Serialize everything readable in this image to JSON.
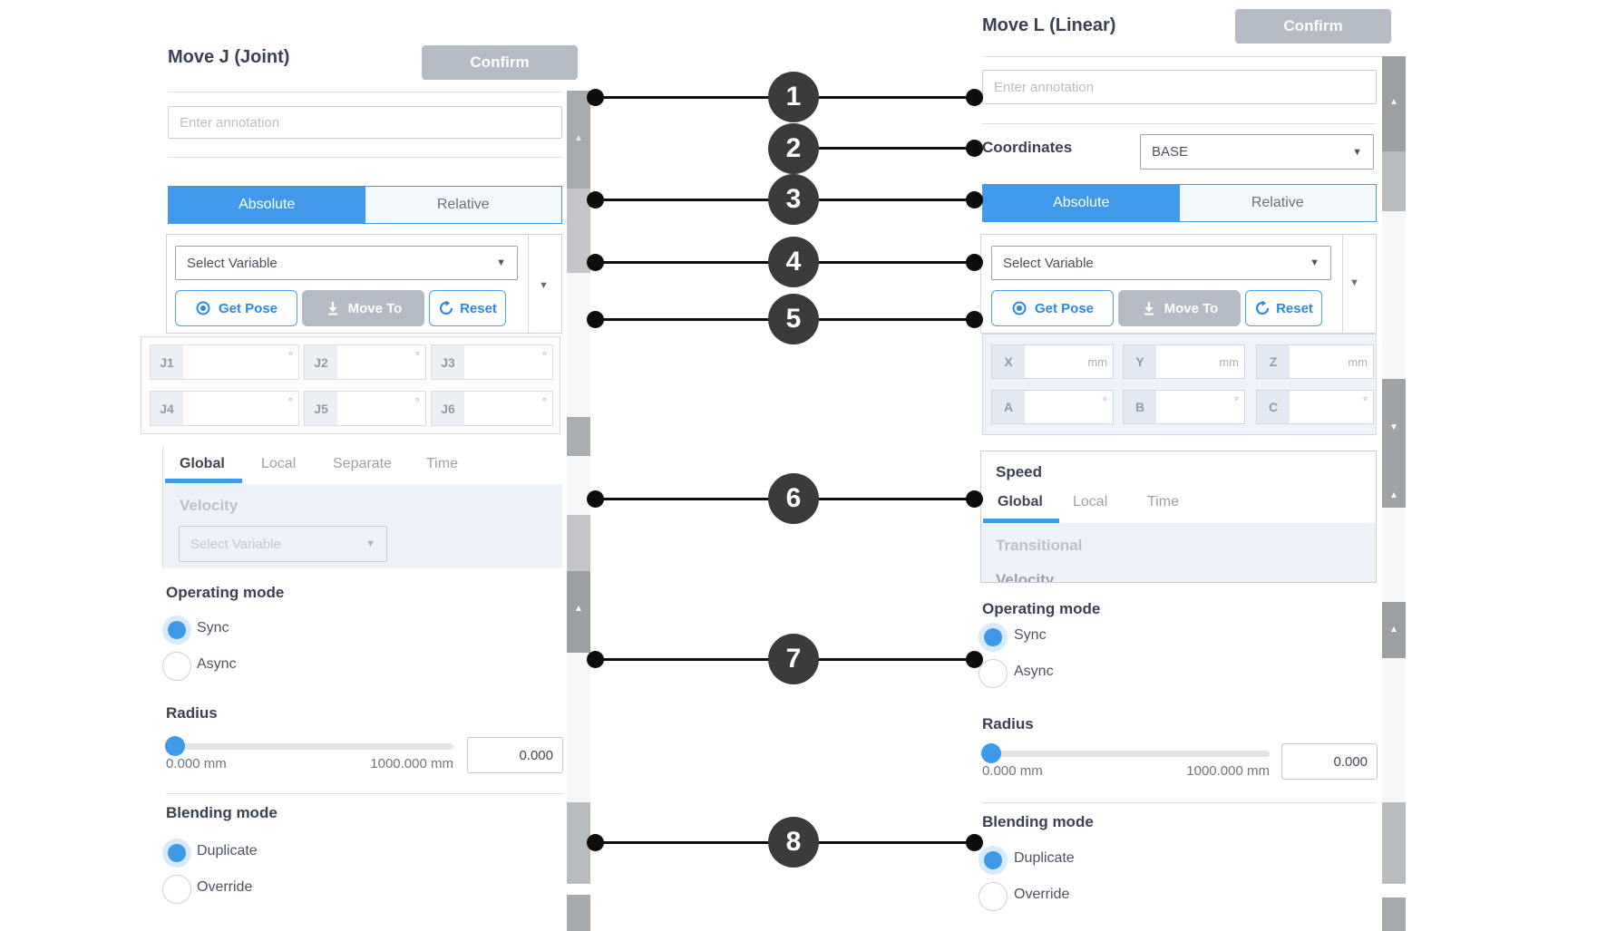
{
  "icons": {
    "caret_down": "▼",
    "triangle_up": "▲",
    "triangle_down": "▼"
  },
  "callouts": [
    "1",
    "2",
    "3",
    "4",
    "5",
    "6",
    "7",
    "8"
  ],
  "colors": {
    "accent_blue": "#4199ec",
    "button_gray": "#b5bbc5",
    "callout_dark": "#3b3b3d"
  },
  "left_panel": {
    "title": "Move J (Joint)",
    "confirm_label": "Confirm",
    "annotation_placeholder": "Enter annotation",
    "mode_tabs": {
      "absolute": "Absolute",
      "relative": "Relative"
    },
    "variable_dropdown": "Select Variable",
    "get_pose": "Get Pose",
    "move_to": "Move To",
    "reset": "Reset",
    "joints": [
      {
        "label": "J1",
        "unit": "°"
      },
      {
        "label": "J2",
        "unit": "°"
      },
      {
        "label": "J3",
        "unit": "°"
      },
      {
        "label": "J4",
        "unit": "°"
      },
      {
        "label": "J5",
        "unit": "°"
      },
      {
        "label": "J6",
        "unit": "°"
      }
    ],
    "speed_tabs": [
      "Global",
      "Local",
      "Separate",
      "Time"
    ],
    "velocity_label": "Velocity",
    "velocity_dropdown": "Select Variable",
    "operating_mode_label": "Operating mode",
    "sync_label": "Sync",
    "async_label": "Async",
    "radius_label": "Radius",
    "radius_min": "0.000 mm",
    "radius_max": "1000.000 mm",
    "radius_value": "0.000",
    "blending_label": "Blending mode",
    "duplicate_label": "Duplicate",
    "override_label": "Override"
  },
  "right_panel": {
    "title": "Move L (Linear)",
    "confirm_label": "Confirm",
    "annotation_placeholder": "Enter annotation",
    "coordinates_label": "Coordinates",
    "coordinates_value": "BASE",
    "mode_tabs": {
      "absolute": "Absolute",
      "relative": "Relative"
    },
    "variable_dropdown": "Select Variable",
    "get_pose": "Get Pose",
    "move_to": "Move To",
    "reset": "Reset",
    "pose_fields": [
      {
        "label": "X",
        "unit": "mm"
      },
      {
        "label": "Y",
        "unit": "mm"
      },
      {
        "label": "Z",
        "unit": "mm"
      },
      {
        "label": "A",
        "unit": "°"
      },
      {
        "label": "B",
        "unit": "°"
      },
      {
        "label": "C",
        "unit": "°"
      }
    ],
    "speed_label": "Speed",
    "speed_tabs": [
      "Global",
      "Local",
      "Time"
    ],
    "transitional_label": "Transitional",
    "clipped_velocity_label": "Velocity",
    "operating_mode_label": "Operating mode",
    "sync_label": "Sync",
    "async_label": "Async",
    "radius_label": "Radius",
    "radius_min": "0.000 mm",
    "radius_max": "1000.000 mm",
    "radius_value": "0.000",
    "blending_label": "Blending mode",
    "duplicate_label": "Duplicate",
    "override_label": "Override"
  }
}
